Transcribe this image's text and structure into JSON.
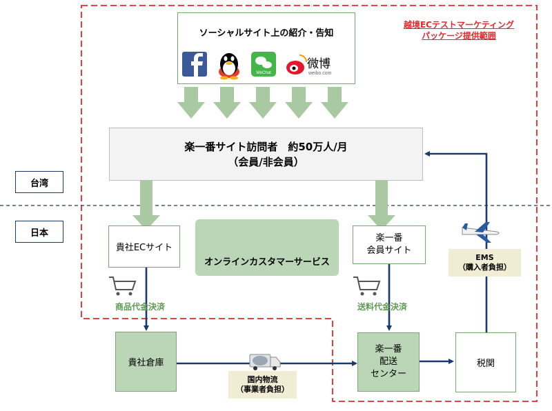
{
  "scope": {
    "line1": "越境ECテストマーケティング",
    "line2": "パッケージ提供範囲",
    "color": "#e8262a"
  },
  "social": {
    "title": "ソーシャルサイト上の紹介・告知",
    "wechat_label": "WeChat",
    "weibo_text": "微博",
    "weibo_sub": "weibo.com"
  },
  "visitors": {
    "line1": "楽一番サイト訪問者　約50万人/月",
    "line2": "（会員/非会員）"
  },
  "regions": {
    "taiwan": "台湾",
    "japan": "日本"
  },
  "nodes": {
    "ec_site": "貴社ECサイト",
    "customer_service": "オンラインカスタマーサービス",
    "rakuichiban_member_l1": "楽一番",
    "rakuichiban_member_l2": "会員サイト",
    "warehouse": "貴社倉庫",
    "delivery_l1": "楽一番",
    "delivery_l2": "配送",
    "delivery_l3": "センター",
    "customs": "税関"
  },
  "payments": {
    "product": "商品代金決済",
    "shipping": "送料代金決済"
  },
  "badges": {
    "domestic_l1": "国内物流",
    "domestic_l2": "（事業者負担）",
    "ems_l1": "EMS",
    "ems_l2": "（購入者負担）"
  },
  "icons": [
    "facebook-icon",
    "qq-icon",
    "wechat-icon",
    "weibo-icon",
    "shopping-cart-icon",
    "truck-icon",
    "airplane-icon",
    "operator-icon"
  ],
  "colors": {
    "navy": "#1a3a6b",
    "green_arrow": "#a9c9a2",
    "green_border": "#7aa676",
    "green_fill": "#bad6b6",
    "badge": "#f1ecd4"
  }
}
